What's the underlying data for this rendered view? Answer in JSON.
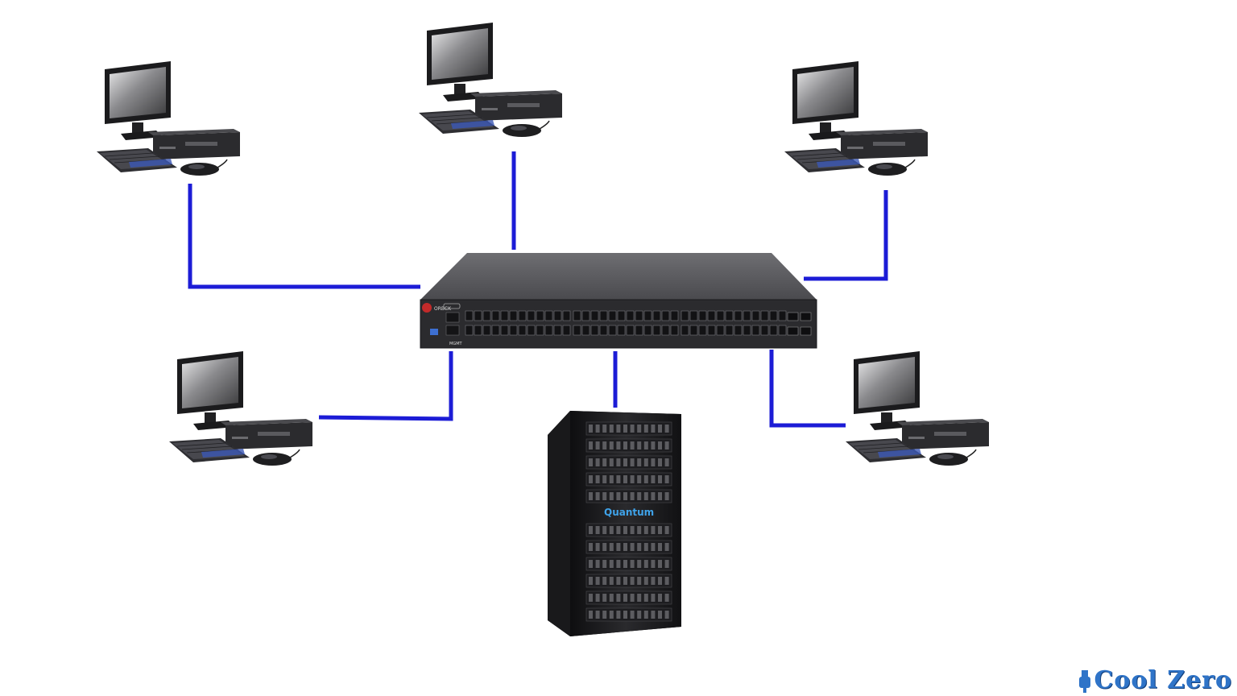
{
  "diagram": {
    "nodes": [
      {
        "id": "pc-top-left",
        "kind": "workstation"
      },
      {
        "id": "pc-top-center",
        "kind": "workstation"
      },
      {
        "id": "pc-top-right",
        "kind": "workstation"
      },
      {
        "id": "pc-bottom-left",
        "kind": "workstation"
      },
      {
        "id": "pc-bottom-right",
        "kind": "workstation"
      },
      {
        "id": "switch",
        "kind": "network-switch"
      },
      {
        "id": "server-rack",
        "kind": "server"
      }
    ],
    "edges": [
      {
        "from": "pc-top-left",
        "to": "switch"
      },
      {
        "from": "pc-top-center",
        "to": "switch"
      },
      {
        "from": "pc-top-right",
        "to": "switch"
      },
      {
        "from": "pc-bottom-left",
        "to": "switch"
      },
      {
        "from": "pc-bottom-right",
        "to": "switch"
      },
      {
        "from": "server-rack",
        "to": "switch"
      }
    ],
    "colors": {
      "cable": "#1c1cd6",
      "switch_top": "#5a5a5e",
      "switch_front": "#2b2b2e",
      "rack": "#151517",
      "monitor": "#1b1b1d"
    },
    "icons": {
      "workstation": "desktop-computer-icon",
      "switch": "network-switch-icon",
      "server": "server-rack-icon"
    }
  },
  "switch_labels": {
    "brand": "ORBCK",
    "port_label": "MGMT"
  },
  "rack_label": "Quantum",
  "watermark": {
    "text": "Cool Zero"
  }
}
